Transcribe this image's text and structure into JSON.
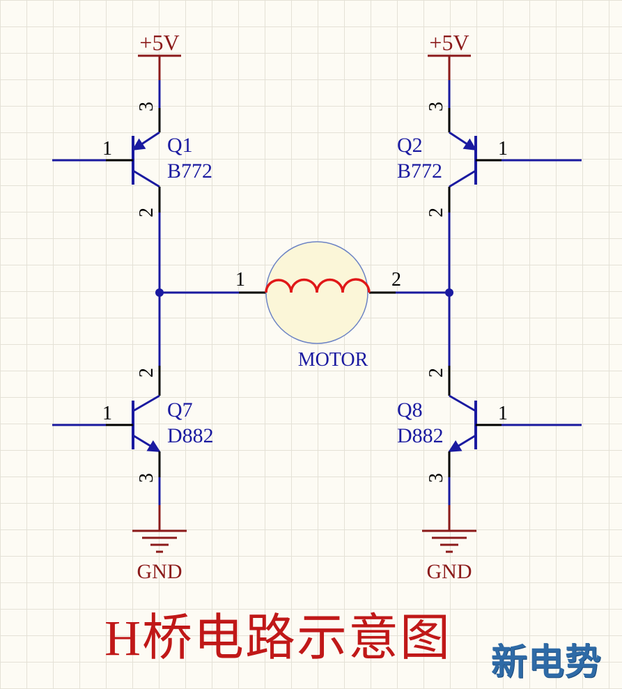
{
  "title": "H桥电路示意图",
  "watermark": "新电势",
  "motor": {
    "label": "MOTOR",
    "pin_left": "1",
    "pin_right": "2"
  },
  "power": {
    "left": "+5V",
    "right": "+5V"
  },
  "ground": {
    "left": "GND",
    "right": "GND"
  },
  "transistors": {
    "q1": {
      "ref": "Q1",
      "part": "B772",
      "base_pin": "1",
      "emitter_pin": "3",
      "collector_pin": "2"
    },
    "q2": {
      "ref": "Q2",
      "part": "B772",
      "base_pin": "1",
      "emitter_pin": "3",
      "collector_pin": "2"
    },
    "q7": {
      "ref": "Q7",
      "part": "D882",
      "base_pin": "1",
      "collector_pin": "2",
      "emitter_pin": "3"
    },
    "q8": {
      "ref": "Q8",
      "part": "D882",
      "base_pin": "1",
      "collector_pin": "2",
      "emitter_pin": "3"
    }
  },
  "colors": {
    "wire": "#1a1aa0",
    "pin": "#000000",
    "power": "#8b1a1a",
    "motor_fill": "#fbf6d8",
    "coil": "#e01818",
    "title": "#c01818",
    "watermark": "#2e6aa6"
  }
}
